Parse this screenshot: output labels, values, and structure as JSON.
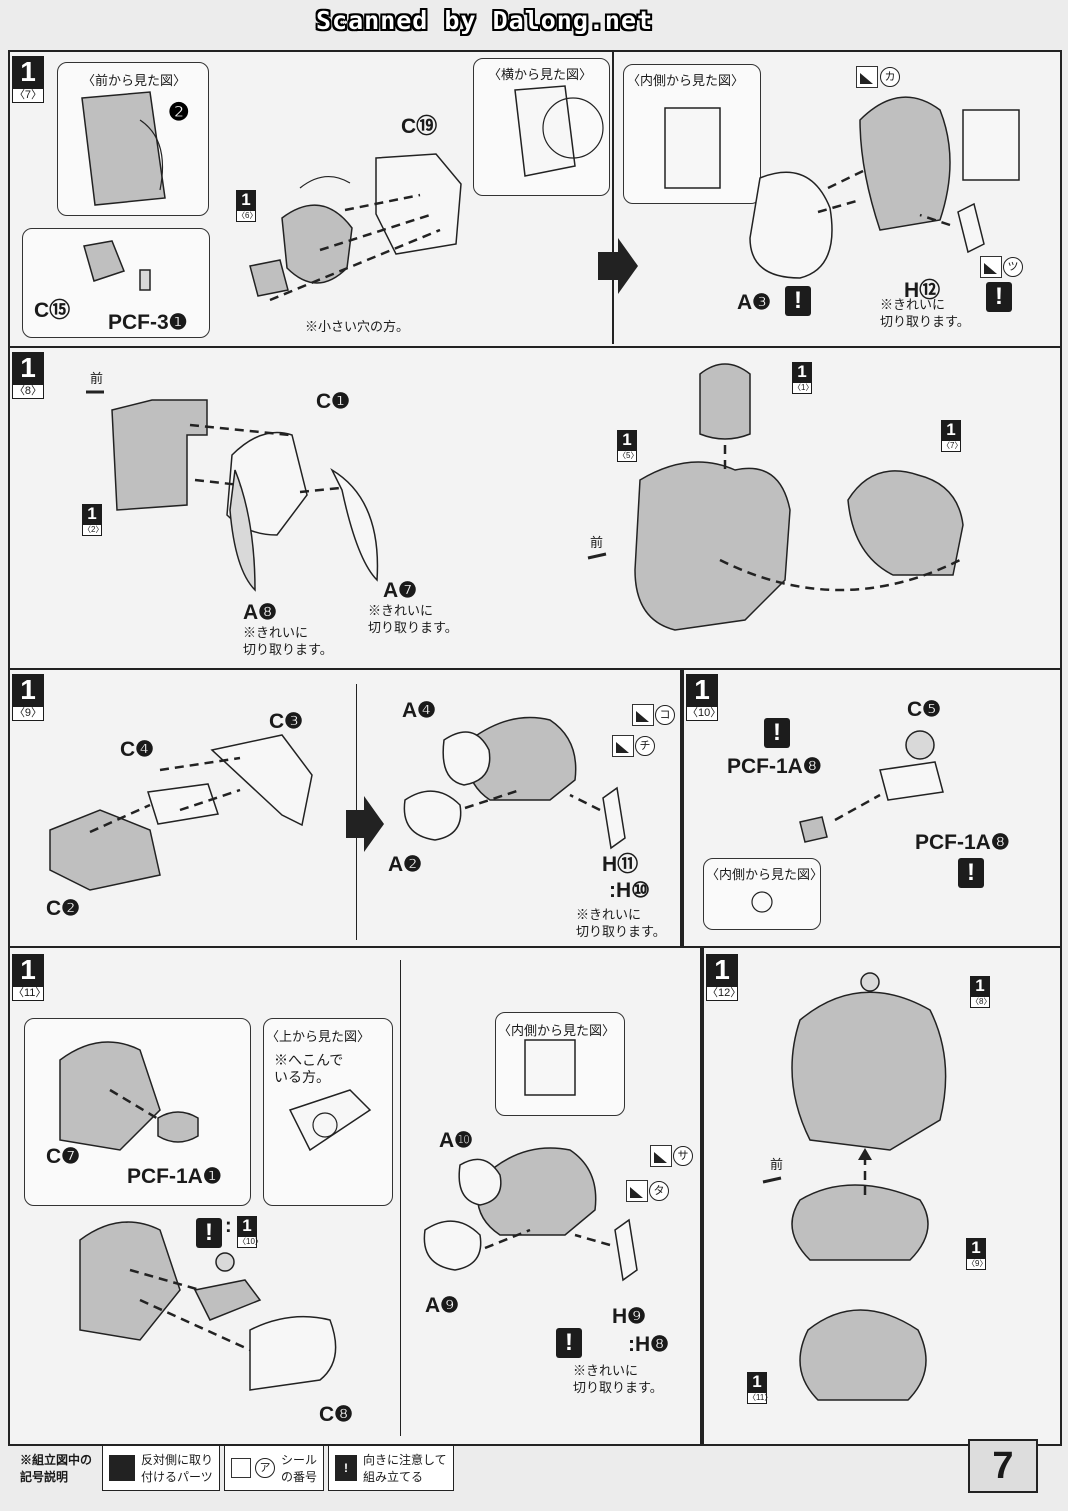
{
  "header": {
    "scan_credit": "Scanned by Dalong.net"
  },
  "steps": {
    "s7": {
      "num": "1",
      "sub": "〈7〉",
      "view_front": "〈前から見た図〉",
      "view_side": "〈横から見た図〉",
      "view_inner": "〈内側から見た図〉",
      "mini_sub": "〈6〉",
      "labels": {
        "c19": "C⑲",
        "c15": "C⑮",
        "pcf": "PCF-3❶",
        "a3": "A❸",
        "h12": "H⑫"
      },
      "note_small_hole": "※小さい穴の方。",
      "note_cut": "※きれいに\n切り取ります。",
      "sticker1": "カ",
      "sticker2": "ツ"
    },
    "s8": {
      "num": "1",
      "sub": "〈8〉",
      "front": "前",
      "mini_a": "〈2〉",
      "mini_b": "〈1〉",
      "mini_c": "〈5〉",
      "mini_d": "〈7〉",
      "labels": {
        "c1": "C❶",
        "a8": "A❽",
        "a7": "A❼"
      },
      "note_cut_a8": "※きれいに\n切り取ります。",
      "note_cut_a7": "※きれいに\n切り取ります。"
    },
    "s9": {
      "num": "1",
      "sub": "〈9〉",
      "labels": {
        "c3": "C❸",
        "c4": "C❹",
        "c2": "C❷",
        "a4": "A❹",
        "a2": "A❷",
        "h11": "H⑪",
        "h10": ":H⑩"
      },
      "sticker1": "コ",
      "sticker2": "チ",
      "note_cut": "※きれいに\n切り取ります。"
    },
    "s10": {
      "num": "1",
      "sub": "〈10〉",
      "labels": {
        "c5": "C❺",
        "pcf_a": "PCF-1A❽",
        "pcf_b": "PCF-1A❽"
      },
      "view_inner": "〈内側から見た図〉"
    },
    "s11": {
      "num": "1",
      "sub": "〈11〉",
      "view_top": "〈上から見た図〉",
      "note_dent": "※へこんで\nいる方。",
      "view_inner": "〈内側から見た図〉",
      "mini_sub": "〈10〉",
      "labels": {
        "c7": "C❼",
        "pcf": "PCF-1A❶",
        "c8": "C❽",
        "a10": "A❿",
        "a9": "A❾",
        "h9": "H❾",
        "h8": ":H❽"
      },
      "sticker1": "サ",
      "sticker2": "タ",
      "note_cut": "※きれいに\n切り取ります。"
    },
    "s12": {
      "num": "1",
      "sub": "〈12〉",
      "front": "前",
      "mini_a": "〈8〉",
      "mini_b": "〈9〉",
      "mini_c": "〈11〉"
    }
  },
  "legend": {
    "title": "※組立図中の\n記号説明",
    "reverse": "反対側に取り\n付けるパーツ",
    "sticker_mark": "ア",
    "sticker": "シール\nの番号",
    "caution": "向きに注意して\n組み立てる"
  },
  "page_number": "7"
}
